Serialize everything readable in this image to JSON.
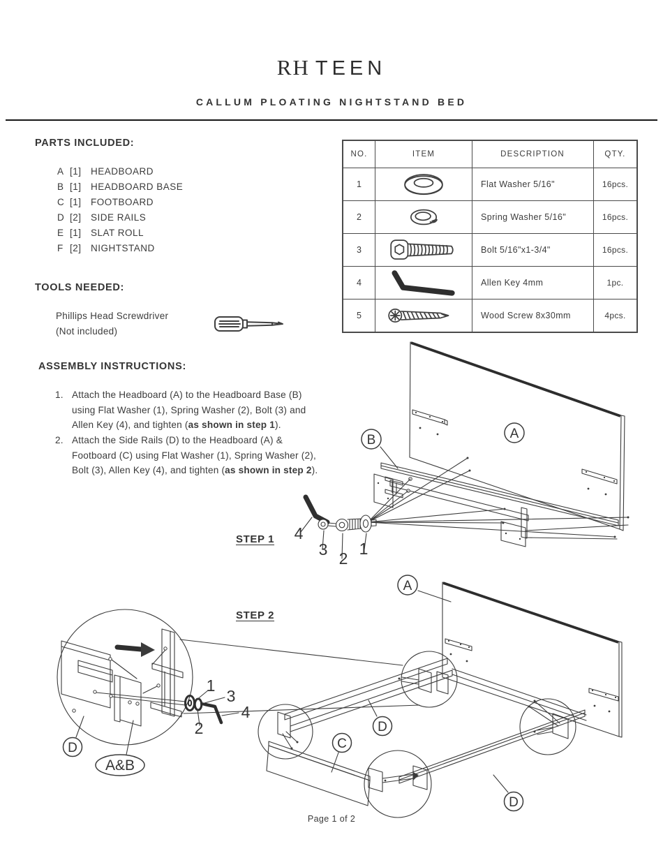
{
  "colors": {
    "ink": "#3b3b3b",
    "table_border": "#4a4a4a",
    "background": "#ffffff"
  },
  "header": {
    "brand_serif": "RH",
    "brand_sans": "TEEN",
    "product_title": "CALLUM PLOATING NIGHTSTAND BED"
  },
  "parts_included": {
    "heading": "PARTS INCLUDED:",
    "items": [
      {
        "letter": "A",
        "qty": "[1]",
        "name": "HEADBOARD"
      },
      {
        "letter": "B",
        "qty": "[1]",
        "name": "HEADBOARD BASE"
      },
      {
        "letter": "C",
        "qty": "[1]",
        "name": "FOOTBOARD"
      },
      {
        "letter": "D",
        "qty": "[2]",
        "name": "SIDE RAILS"
      },
      {
        "letter": "E",
        "qty": "[1]",
        "name": "SLAT ROLL"
      },
      {
        "letter": "F",
        "qty": "[2]",
        "name": "NIGHTSTAND"
      }
    ]
  },
  "parts_table": {
    "headers": [
      "NO.",
      "ITEM",
      "DESCRIPTION",
      "QTY."
    ],
    "rows": [
      {
        "no": "1",
        "icon": "flat-washer-icon",
        "description": "Flat Washer 5/16\"",
        "qty": "16pcs."
      },
      {
        "no": "2",
        "icon": "spring-washer-icon",
        "description": "Spring Washer 5/16\"",
        "qty": "16pcs."
      },
      {
        "no": "3",
        "icon": "bolt-icon",
        "description": "Bolt 5/16\"x1-3/4\"",
        "qty": "16pcs."
      },
      {
        "no": "4",
        "icon": "allen-key-icon",
        "description": "Allen Key 4mm",
        "qty": "1pc."
      },
      {
        "no": "5",
        "icon": "wood-screw-icon",
        "description": "Wood Screw 8x30mm",
        "qty": "4pcs."
      }
    ]
  },
  "tools": {
    "heading": "TOOLS NEEDED:",
    "line1": "Phillips Head Screwdriver",
    "line2": "(Not included)",
    "icon": "screwdriver-icon"
  },
  "instructions": {
    "heading": "ASSEMBLY INSTRUCTIONS:",
    "steps": [
      {
        "num": "1.",
        "lines": [
          [
            {
              "t": "Attach the Headboard (A) to the Headboard Base (B)",
              "b": false
            }
          ],
          [
            {
              "t": "using Flat Washer (1), Spring Washer (2), Bolt (3) and",
              "b": false
            }
          ],
          [
            {
              "t": "Allen Key (4), and tighten (",
              "b": false
            },
            {
              "t": "as shown in step 1",
              "b": true
            },
            {
              "t": ").",
              "b": false
            }
          ]
        ]
      },
      {
        "num": "2.",
        "lines": [
          [
            {
              "t": "Attach the Side Rails (D) to the Headboard (A) &",
              "b": false
            }
          ],
          [
            {
              "t": "Footboard (C) using Flat Washer (1), Spring Washer (2),",
              "b": false
            }
          ],
          [
            {
              "t": "Bolt (3), Allen Key (4), and tighten (",
              "b": false
            },
            {
              "t": "as shown in step 2",
              "b": true
            },
            {
              "t": ").",
              "b": false
            }
          ]
        ]
      }
    ]
  },
  "diagrams": {
    "step1": {
      "label": "STEP 1",
      "callout_a": "A",
      "callout_b": "B",
      "num1": "1",
      "num2": "2",
      "num3": "3",
      "num4": "4"
    },
    "step2": {
      "label": "STEP 2",
      "callout_a": "A",
      "callout_c": "C",
      "callout_d_side": "D",
      "callout_d_bottom": "D",
      "callout_d_inset": "D",
      "callout_ab": "A&B",
      "num1": "1",
      "num2": "2",
      "num3": "3",
      "num4": "4"
    }
  },
  "footer": {
    "page_label": "Page 1 of 2"
  }
}
